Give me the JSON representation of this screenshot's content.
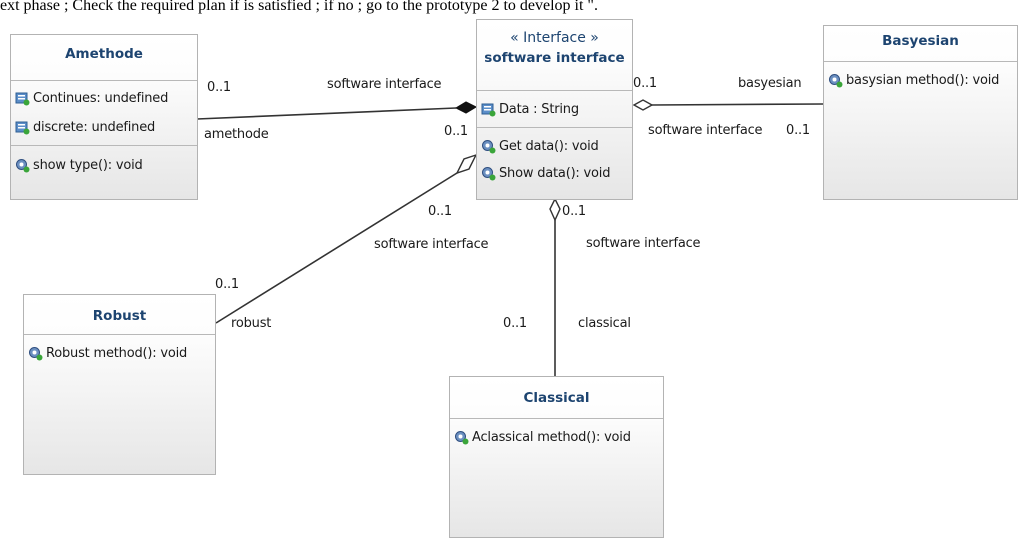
{
  "header_text": "ext phase ; Check the required plan if is satisfied ; if no ; go to the prototype 2 to develop it \".",
  "classes": {
    "amethode": {
      "title": "Amethode",
      "attributes": [
        "Continues: undefined",
        "discrete: undefined"
      ],
      "operations": [
        "show type(): void"
      ]
    },
    "software_interface": {
      "stereotype": "« Interface »",
      "title": "software interface",
      "attributes": [
        "Data : String"
      ],
      "operations": [
        "Get data(): void",
        "Show data(): void"
      ]
    },
    "basyesian": {
      "title": "Basyesian",
      "operations": [
        "basysian method(): void"
      ]
    },
    "robust": {
      "title": "Robust",
      "operations": [
        "Robust method(): void"
      ]
    },
    "classical": {
      "title": "Classical",
      "operations": [
        "Aclassical method(): void"
      ]
    }
  },
  "associations": {
    "amethode": {
      "label_top": "software interface",
      "label_bottom": "amethode",
      "mult_source": "0..1",
      "mult_target": "0..1"
    },
    "basyesian": {
      "label_top": "basyesian",
      "label_bottom": "software interface",
      "mult_source": "0..1",
      "mult_target": "0..1"
    },
    "robust": {
      "label_role": "software interface",
      "label_end": "robust",
      "mult_near_interface": "0..1",
      "mult_near_robust": "0..1"
    },
    "classical": {
      "label_role": "software interface",
      "label_end": "classical",
      "mult_near_interface": "0..1",
      "mult_near_classical": "0..1"
    }
  },
  "colors": {
    "title_blue": "#1d4470",
    "border": "#b3b3b3",
    "line": "#333333"
  },
  "icons": {
    "attribute": "field-icon",
    "operation": "method-icon"
  }
}
